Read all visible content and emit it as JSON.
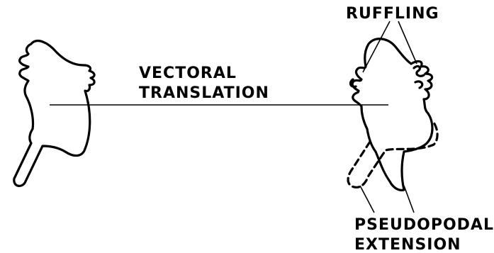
{
  "labels": {
    "vectoral_line1": "VECTORAL",
    "vectoral_line2": "TRANSLATION",
    "ruffling": "RUFFLING",
    "pseudopodal_line1": "PSEUDOPODAL",
    "pseudopodal_line2": "EXTENSION"
  }
}
